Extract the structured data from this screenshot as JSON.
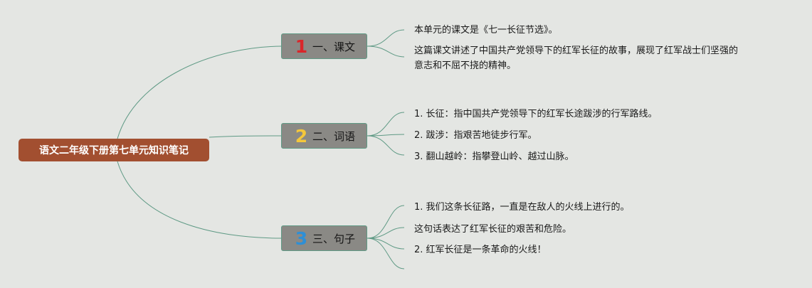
{
  "root": {
    "label": "语文二年级下册第七单元知识笔记"
  },
  "branches": [
    {
      "number": "1",
      "label": "一、课文",
      "items": [
        "本单元的课文是《七一长征节选》。",
        "这篇课文讲述了中国共产党领导下的红军长征的故事，展现了红军战士们坚强的",
        "意志和不屈不挠的精神。"
      ]
    },
    {
      "number": "2",
      "label": "二、词语",
      "items": [
        "1. 长征：指中国共产党领导下的红军长途跋涉的行军路线。",
        "2. 跋涉：指艰苦地徒步行军。",
        "3. 翻山越岭：指攀登山岭、越过山脉。"
      ]
    },
    {
      "number": "3",
      "label": "三、句子",
      "items": [
        "1. 我们这条长征路，一直是在敌人的火线上进行的。",
        "这句话表达了红军长征的艰苦和危险。",
        "2. 红军长征是一条革命的火线！"
      ]
    }
  ],
  "colors": {
    "background": "#e4e6e3",
    "root_fill": "#a24f30",
    "branch_fill": "#8a8985",
    "connector": "#5f9a85",
    "number_1": "#d9262a",
    "number_2": "#f4c73b",
    "number_3": "#2e8fd6"
  }
}
